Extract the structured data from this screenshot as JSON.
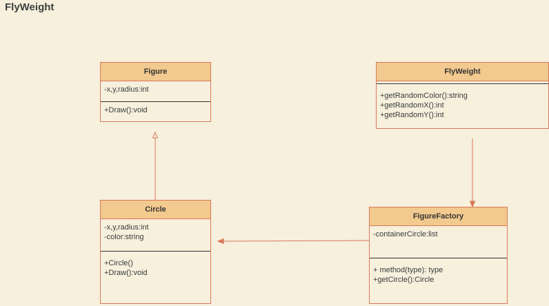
{
  "title": "FlyWeight",
  "classes": {
    "figure": {
      "name": "Figure",
      "attributes": [
        "-x,y,radius:int"
      ],
      "methods": [
        "+Draw():void"
      ]
    },
    "flyweight": {
      "name": "FlyWeight",
      "attributes": [],
      "methods": [
        "+getRandomColor():string",
        "+getRandomX():int",
        "+getRandomY():int"
      ]
    },
    "circle": {
      "name": "Circle",
      "attributes": [
        "-x,y,radius:int",
        "-color:string"
      ],
      "methods": [
        "+Circle()",
        "+Draw():void"
      ]
    },
    "figurefactory": {
      "name": "FigureFactory",
      "attributes": [
        "-containerCircle:list"
      ],
      "methods": [
        "+ method(type): type",
        "+getCircle():Circle"
      ]
    }
  },
  "relations": [
    {
      "from": "Circle",
      "to": "Figure",
      "type": "inheritance"
    },
    {
      "from": "FlyWeight",
      "to": "FigureFactory",
      "type": "association"
    },
    {
      "from": "FigureFactory",
      "to": "Circle",
      "type": "association"
    }
  ],
  "colors": {
    "background": "#f6f0dd",
    "header": "#f2c98e",
    "border": "#d9785a",
    "divider": "#333333"
  }
}
